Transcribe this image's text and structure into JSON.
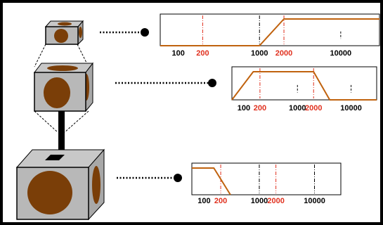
{
  "colors": {
    "frame": "#000000",
    "cube_face": "#b8b8b8",
    "cube_side": "#a8a8a8",
    "driver": "#7a3e08",
    "curve": "#c0620e",
    "marker_red": "#e0301e",
    "marker_black": "#000000",
    "label_black": "#000000",
    "label_red": "#e0301e"
  },
  "chart_data": [
    {
      "type": "line",
      "scale": "log",
      "xlim": [
        60,
        30000
      ],
      "ylim": [
        0,
        1
      ],
      "series": [
        {
          "x": [
            60,
            1000,
            2000,
            30000
          ],
          "y": [
            0,
            0,
            1,
            1
          ]
        }
      ],
      "tick_labels": [
        {
          "text": "100",
          "value": 100,
          "color": "label_black"
        },
        {
          "text": "200",
          "value": 200,
          "color": "label_red"
        },
        {
          "text": "1000",
          "value": 1000,
          "color": "label_black"
        },
        {
          "text": "2000",
          "value": 2000,
          "color": "label_red"
        },
        {
          "text": "10000",
          "value": 10000,
          "color": "label_black"
        }
      ],
      "markers": [
        {
          "value": 200,
          "color": "marker_red",
          "style": "dashdot"
        },
        {
          "value": 1000,
          "color": "marker_black",
          "style": "dashdot"
        },
        {
          "value": 2000,
          "color": "marker_red",
          "style": "dashdot"
        },
        {
          "value": 10000,
          "color": "marker_black",
          "style": "short"
        }
      ]
    },
    {
      "type": "line",
      "scale": "log",
      "xlim": [
        60,
        30000
      ],
      "ylim": [
        0,
        1
      ],
      "series": [
        {
          "x": [
            60,
            150,
            2000,
            4000,
            30000
          ],
          "y": [
            0,
            1,
            1,
            0,
            0
          ]
        }
      ],
      "tick_labels": [
        {
          "text": "100",
          "value": 100,
          "color": "label_black"
        },
        {
          "text": "200",
          "value": 200,
          "color": "label_red"
        },
        {
          "text": "1000",
          "value": 1000,
          "color": "label_black"
        },
        {
          "text": "2000",
          "value": 2000,
          "color": "label_red"
        },
        {
          "text": "10000",
          "value": 10000,
          "color": "label_black"
        }
      ],
      "markers": [
        {
          "value": 200,
          "color": "marker_red",
          "style": "dashdot"
        },
        {
          "value": 1000,
          "color": "marker_black",
          "style": "short"
        },
        {
          "value": 2000,
          "color": "marker_red",
          "style": "dashdot"
        },
        {
          "value": 10000,
          "color": "marker_black",
          "style": "short"
        }
      ]
    },
    {
      "type": "line",
      "scale": "log",
      "xlim": [
        60,
        30000
      ],
      "ylim": [
        0,
        1
      ],
      "series": [
        {
          "x": [
            60,
            150,
            300
          ],
          "y": [
            1,
            1,
            0
          ]
        }
      ],
      "tick_labels": [
        {
          "text": "100",
          "value": 100,
          "color": "label_black"
        },
        {
          "text": "200",
          "value": 200,
          "color": "label_red"
        },
        {
          "text": "1000",
          "value": 1000,
          "color": "label_black"
        },
        {
          "text": "2000",
          "value": 2000,
          "color": "label_red"
        },
        {
          "text": "10000",
          "value": 10000,
          "color": "label_black"
        }
      ],
      "markers": [
        {
          "value": 200,
          "color": "marker_red",
          "style": "dashdot"
        },
        {
          "value": 1000,
          "color": "marker_black",
          "style": "dashdot"
        },
        {
          "value": 2000,
          "color": "marker_red",
          "style": "dashdot"
        },
        {
          "value": 10000,
          "color": "marker_black",
          "style": "dashdot"
        }
      ]
    }
  ]
}
